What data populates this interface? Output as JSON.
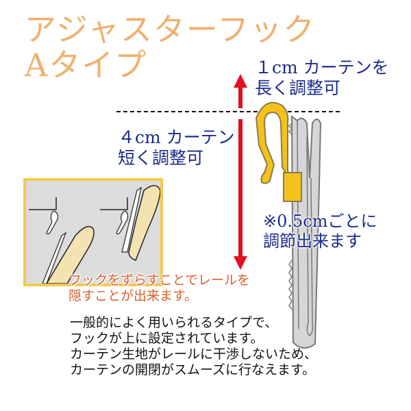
{
  "title": {
    "line1": "アジャスターフック",
    "line2": "Aタイプ"
  },
  "labels": {
    "lengthen": {
      "line1": "１cm カーテンを",
      "line2": "長く調整可"
    },
    "shorten": {
      "line1": "４cm カーテン",
      "line2": "短く調整可"
    },
    "step": {
      "line1": "※0.5cmごとに",
      "line2": "調節出来ます"
    }
  },
  "notes": {
    "hide_rail": {
      "line1": "フックをずらすことでレールを",
      "line2": "隠すことが出来ます。"
    },
    "description": {
      "line1": "一般的によく用いられるタイプで、",
      "line2": "フックが上に設定されています。",
      "line3": "カーテン生地がレールに干渉しないため、",
      "line4": "カーテンの開閉がスムーズに行なえます。"
    }
  },
  "colors": {
    "title": "#f0b070",
    "label_text": "#1c2a8c",
    "note_text": "#d9602a",
    "arrow": "#e01020",
    "hook_yellow": "#f5c21b",
    "hook_gray": "#d6d6d6",
    "inset_border": "#f2c94c",
    "inset_bg": "#dcdcdc",
    "curtain_beige": "#f3e3b0"
  },
  "icons": {
    "arrow": "double-headed-vertical-arrow",
    "hook": "adjuster-hook-illustration",
    "inset": "curtain-rail-illustration"
  }
}
